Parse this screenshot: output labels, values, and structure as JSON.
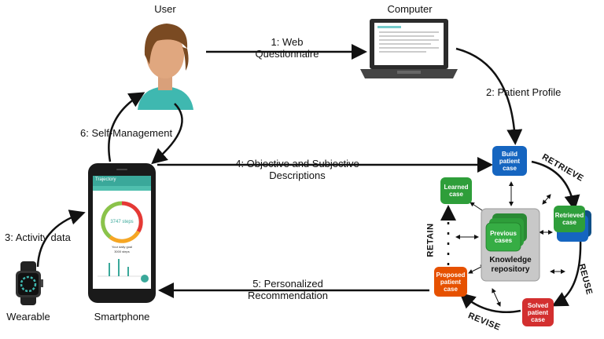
{
  "actors": {
    "user": "User",
    "computer": "Computer",
    "wearable": "Wearable",
    "smartphone": "Smartphone"
  },
  "flows": {
    "web_questionnaire_line1": "1: Web",
    "web_questionnaire_line2": "Questionnaire",
    "patient_profile": "2: Patient Profile",
    "activity_data": "3: Activity data",
    "descriptions_line1": "4: Objective and Subjective",
    "descriptions_line2": "Descriptions",
    "recommendation_line1": "5: Personalized",
    "recommendation_line2": "Recommendation",
    "self_management": "6: Self-Management"
  },
  "cbr": {
    "build_line1": "Build",
    "build_line2": "patient",
    "build_line3": "case",
    "retrieved_line1": "Retrieved",
    "retrieved_line2": "case",
    "solved_line1": "Solved",
    "solved_line2": "patient",
    "solved_line3": "case",
    "proposed_line1": "Proposed",
    "proposed_line2": "patient",
    "proposed_line3": "case",
    "learned_line1": "Learned",
    "learned_line2": "case",
    "previous_line1": "Previous",
    "previous_line2": "cases",
    "repo_line1": "Knowledge",
    "repo_line2": "repository",
    "retrieve": "RETRIEVE",
    "reuse": "REUSE",
    "revise": "REVISE",
    "retain": "RETAIN",
    "colors": {
      "build": "#1565c0",
      "retrieved": "#2e9e3a",
      "solved": "#d32f2f",
      "proposed": "#e65100",
      "learned": "#2e9e3a",
      "repo": "#c8c8c8"
    }
  },
  "phone_screen": {
    "app_title": "Trajectory",
    "steps": "3747 steps",
    "goal_line1": "Your daily goal",
    "goal_line2": "3000 steps"
  }
}
